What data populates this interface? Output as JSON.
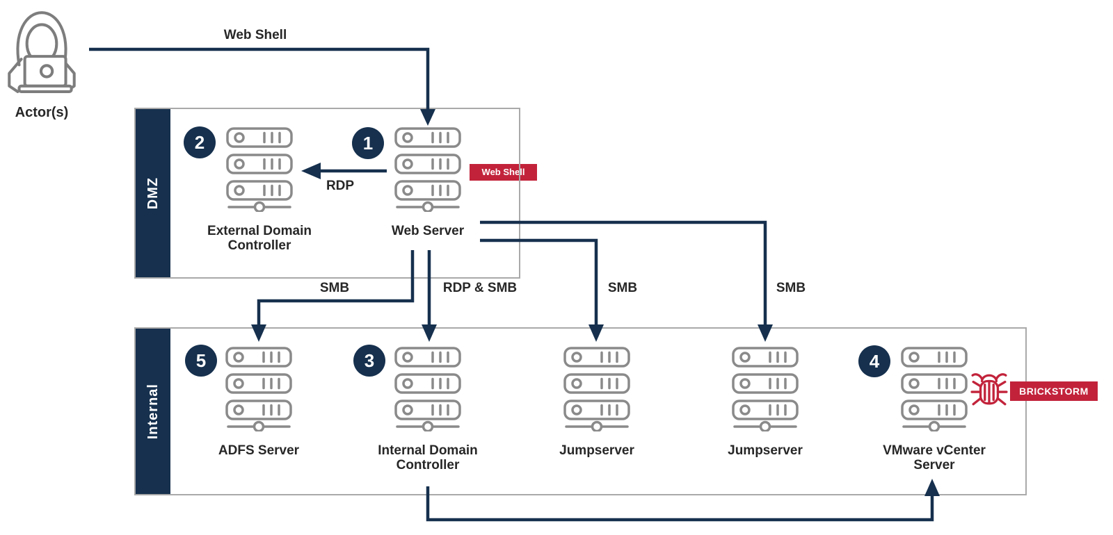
{
  "actor": {
    "label": "Actor(s)"
  },
  "zones": {
    "dmz": {
      "label": "DMZ"
    },
    "internal": {
      "label": "Internal"
    }
  },
  "nodes": [
    {
      "badge": "2",
      "label": "External Domain Controller"
    },
    {
      "badge": "1",
      "label": "Web Server"
    },
    {
      "badge": "5",
      "label": "ADFS Server"
    },
    {
      "badge": "3",
      "label": "Internal Domain Controller"
    },
    {
      "badge": "",
      "label": "Jumpserver"
    },
    {
      "badge": "",
      "label": "Jumpserver"
    },
    {
      "badge": "4",
      "label": "VMware vCenter Server"
    }
  ],
  "edge_labels": {
    "actor_to_webserver": "Web Shell",
    "webserver_to_externaldc": "RDP",
    "webserver_to_adfs": "SMB",
    "webserver_to_internaldc": "RDP & SMB",
    "webserver_to_jumpserver1": "SMB",
    "webserver_to_jumpserver2": "SMB"
  },
  "malware_badges": {
    "web_shell": "Web Shell",
    "brickstorm": "BRICKSTORM"
  },
  "colors": {
    "navy": "#16304E",
    "red": "#C2233B",
    "box_border": "#A9A9A9",
    "icon_gray": "#8A8A8A",
    "label_text": "#272727"
  }
}
